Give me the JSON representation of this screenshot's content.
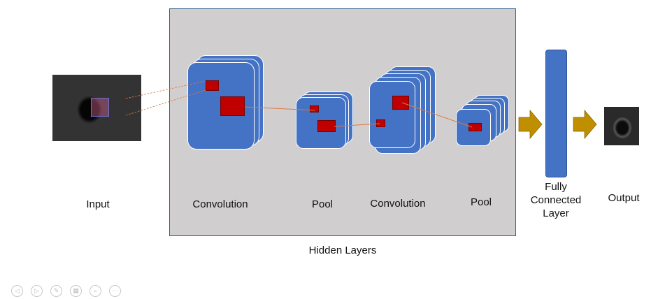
{
  "labels": {
    "input": "Input",
    "convolution_1": "Convolution",
    "pool_1": "Pool",
    "convolution_2": "Convolution",
    "pool_2": "Pool",
    "fully_connected": "Fully\nConnected\nLayer",
    "output": "Output",
    "hidden_layers": "Hidden Layers"
  },
  "colors": {
    "hidden_box_fill": "#d0cece",
    "hidden_box_border": "#3a5f8f",
    "feature_map": "#4472c4",
    "receptive_field": "#c00000",
    "flow_arrow": "#b8860b",
    "connector_line": "#e07840"
  },
  "controls": [
    {
      "name": "prev-slide-icon",
      "glyph": "◁"
    },
    {
      "name": "next-slide-icon",
      "glyph": "▷"
    },
    {
      "name": "pen-icon",
      "glyph": "✎"
    },
    {
      "name": "slides-grid-icon",
      "glyph": "▦"
    },
    {
      "name": "zoom-icon",
      "glyph": "⌕"
    },
    {
      "name": "more-options-icon",
      "glyph": "⋯"
    }
  ]
}
